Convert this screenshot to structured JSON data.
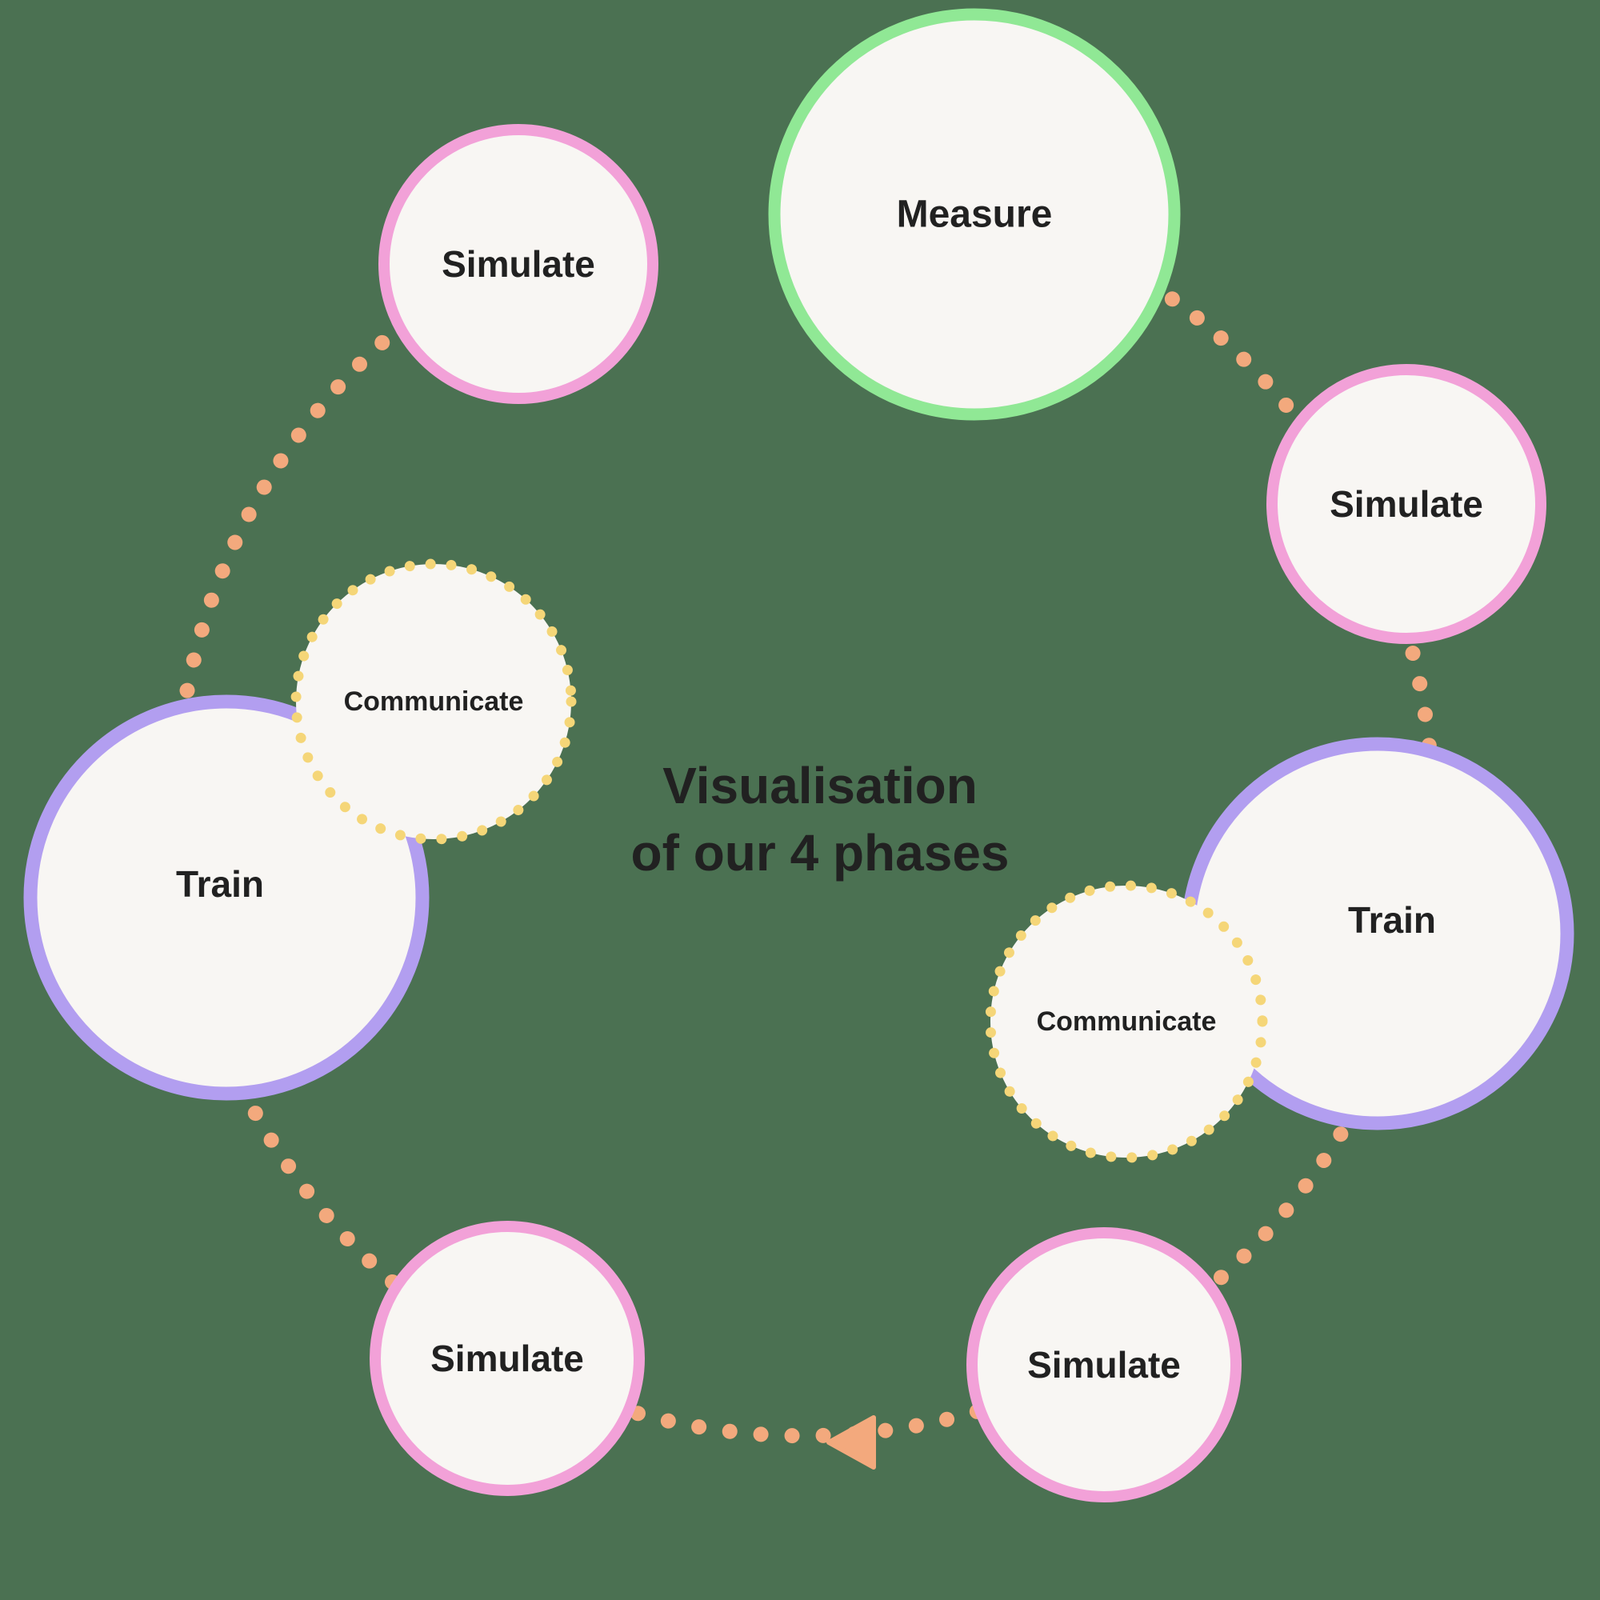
{
  "title": {
    "line1": "Visualisation",
    "line2": "of our 4 phases"
  },
  "nodes": {
    "measure": {
      "label": "Measure",
      "phase": "measure"
    },
    "simulate_right": {
      "label": "Simulate",
      "phase": "simulate"
    },
    "train_right": {
      "label": "Train",
      "phase": "train"
    },
    "communicate_right": {
      "label": "Communicate",
      "phase": "communicate"
    },
    "simulate_bottom_right": {
      "label": "Simulate",
      "phase": "simulate"
    },
    "simulate_bottom_left": {
      "label": "Simulate",
      "phase": "simulate"
    },
    "train_left": {
      "label": "Train",
      "phase": "train"
    },
    "communicate_left": {
      "label": "Communicate",
      "phase": "communicate"
    },
    "simulate_top_left": {
      "label": "Simulate",
      "phase": "simulate"
    }
  },
  "connector": {
    "style": "dotted",
    "arrow_direction": "left",
    "flow": "clockwise"
  },
  "colors": {
    "background": "#4B7152",
    "circle_fill": "#F8F6F3",
    "measure_border": "#90E895",
    "simulate_border": "#F2A1D8",
    "train_border": "#B29EF0",
    "communicate_border": "#F5D678",
    "connector": "#F3A97D",
    "text": "#212121"
  }
}
